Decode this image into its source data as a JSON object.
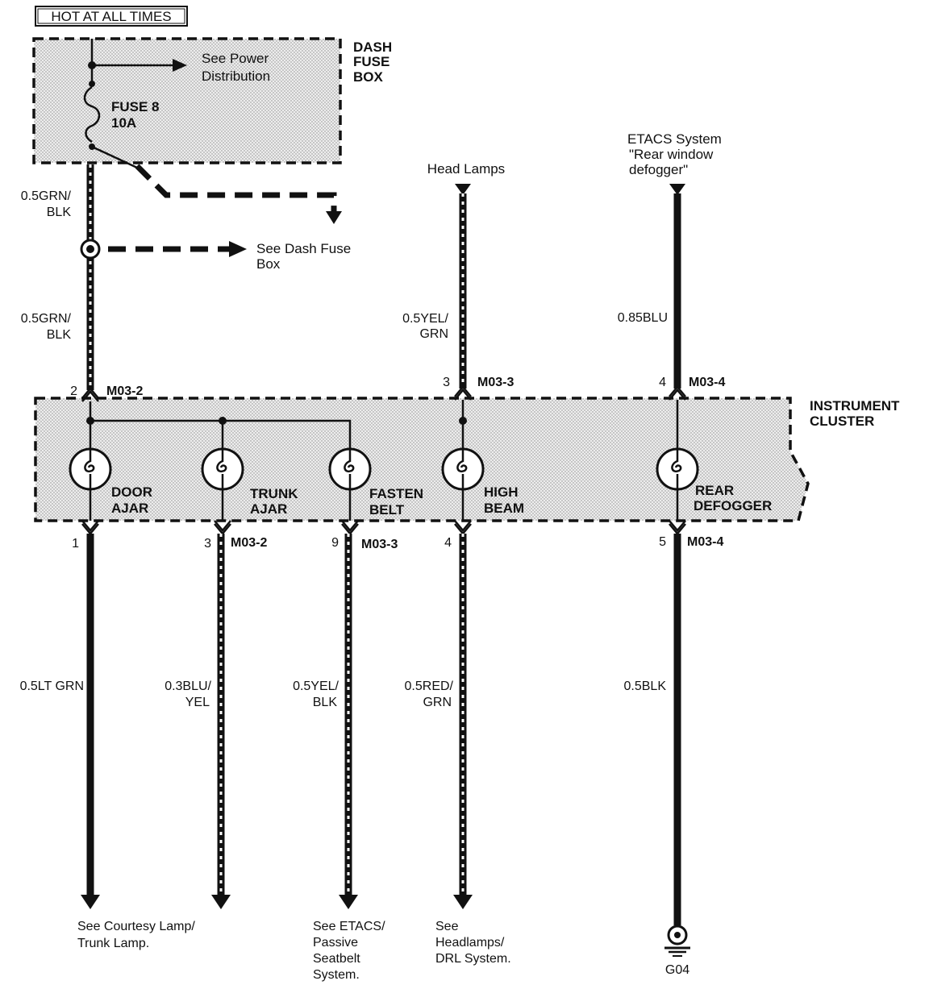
{
  "header_badge": "HOT AT ALL TIMES",
  "fuse_box": {
    "title_line1": "DASH",
    "title_line2": "FUSE",
    "title_line3": "BOX",
    "see_power_line1": "See Power",
    "see_power_line2": "Distribution",
    "fuse_name": "FUSE 8",
    "fuse_rating": "10A"
  },
  "left_branch": {
    "wire_top_line1": "0.5GRN/",
    "wire_top_line2": "BLK",
    "see_dash_line1": "See Dash Fuse",
    "see_dash_line2": "Box",
    "wire_bottom_line1": "0.5GRN/",
    "wire_bottom_line2": "BLK",
    "pin": "2",
    "connector": "M03-2"
  },
  "head_lamps": {
    "source": "Head Lamps",
    "wire_line1": "0.5YEL/",
    "wire_line2": "GRN",
    "pin": "3",
    "connector": "M03-3"
  },
  "etacs": {
    "source_line1": "ETACS System",
    "source_line2": "\"Rear window",
    "source_line3": "defogger\"",
    "wire": "0.85BLU",
    "pin": "4",
    "connector": "M03-4"
  },
  "cluster": {
    "title_line1": "INSTRUMENT",
    "title_line2": "CLUSTER",
    "lamps": [
      {
        "line1": "DOOR",
        "line2": "AJAR"
      },
      {
        "line1": "TRUNK",
        "line2": "AJAR"
      },
      {
        "line1": "FASTEN",
        "line2": "BELT"
      },
      {
        "line1": "HIGH",
        "line2": "BEAM"
      },
      {
        "line1": "REAR",
        "line2": "DEFOGGER"
      }
    ]
  },
  "outputs": [
    {
      "pin": "1",
      "connector": "",
      "wire_line1": "0.5LT GRN",
      "wire_line2": "",
      "dest_line1": "See Courtesy Lamp/",
      "dest_line2": "Trunk Lamp.",
      "dest_line3": "",
      "dest_line4": ""
    },
    {
      "pin": "3",
      "connector": "M03-2",
      "wire_line1": "0.3BLU/",
      "wire_line2": "YEL",
      "dest_line1": "",
      "dest_line2": "",
      "dest_line3": "",
      "dest_line4": ""
    },
    {
      "pin": "9",
      "connector": "M03-3",
      "wire_line1": "0.5YEL/",
      "wire_line2": "BLK",
      "dest_line1": "See ETACS/",
      "dest_line2": "Passive",
      "dest_line3": "Seatbelt",
      "dest_line4": "System."
    },
    {
      "pin": "4",
      "connector": "",
      "wire_line1": "0.5RED/",
      "wire_line2": "GRN",
      "dest_line1": "See",
      "dest_line2": "Headlamps/",
      "dest_line3": "DRL System.",
      "dest_line4": ""
    },
    {
      "pin": "5",
      "connector": "M03-4",
      "wire_line1": "0.5BLK",
      "wire_line2": "",
      "dest_line1": "",
      "dest_line2": "",
      "dest_line3": "",
      "dest_line4": ""
    }
  ],
  "ground": "G04"
}
